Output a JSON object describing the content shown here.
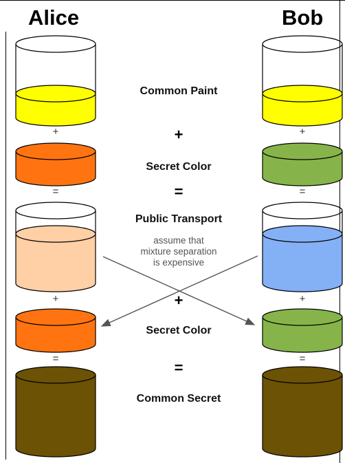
{
  "title": "",
  "people": {
    "left": "Alice",
    "right": "Bob"
  },
  "steps": {
    "common_paint": "Common Paint",
    "plus_1": "+",
    "secret_color_1": "Secret Color",
    "equals_1": "=",
    "public_transport": "Public Transport",
    "note": [
      "assume that",
      "mixture separation",
      "is expensive"
    ],
    "plus_2": "+",
    "secret_color_2": "Secret Color",
    "equals_2": "=",
    "common_secret": "Common Secret"
  },
  "small_ops": {
    "plus": "+",
    "equals": "="
  },
  "colors": {
    "common_paint": "#ffff00",
    "alice_secret": "#ff7410",
    "bob_secret": "#86b44a",
    "alice_mixture": "#ffd0a6",
    "bob_mixture": "#84b0f6",
    "common_secret": "#6b5205",
    "outline": "#000000",
    "arrow": "#555555"
  }
}
